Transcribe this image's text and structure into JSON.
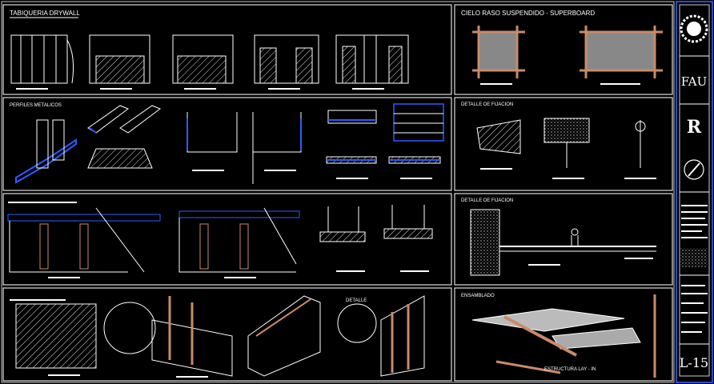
{
  "panels": {
    "drywall_title": "TABIQUERIA DRYWALL",
    "ceiling_title": "CIELO RASO SUSPENDIDO - SUPERBOARD",
    "profiles_title": "PERFILES METALICOS",
    "fixing_detail_1": "DETALLE DE FIJACION",
    "fixing_detail_2": "DETALLE DE FIJACION",
    "detail_label": "DETALLE",
    "assembly_label": "ENSAMBLADO",
    "structure_label": "ESTRUCTURA LAY - IN"
  },
  "title_block": {
    "school": "FAU",
    "sheet": "L-15",
    "logo_letter": "R"
  }
}
